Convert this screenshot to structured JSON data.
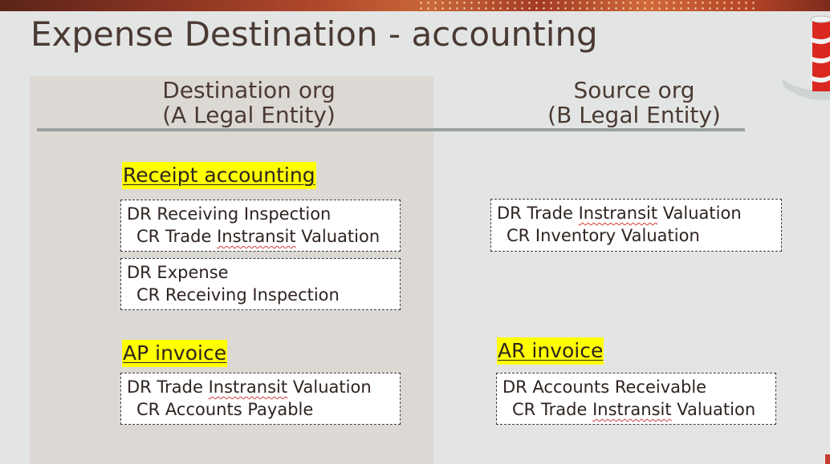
{
  "slide": {
    "title": "Expense Destination - accounting",
    "accent_color": "#ffff00",
    "columns": [
      {
        "heading_line1": "Destination org",
        "heading_line2": "(A Legal Entity)"
      },
      {
        "heading_line1": "Source org",
        "heading_line2": "(B Legal Entity)"
      }
    ]
  },
  "destination": {
    "receipt_heading": "Receipt accounting",
    "receipt_entries": [
      {
        "dr": "DR Receiving Inspection",
        "cr_prefix": "CR  Trade ",
        "cr_word": "Instransit",
        "cr_suffix": " Valuation"
      },
      {
        "dr": "DR Expense",
        "cr": "CR Receiving Inspection"
      }
    ],
    "invoice_heading": "AP invoice",
    "invoice_entry": {
      "dr_prefix": "DR Trade ",
      "dr_word": "Instransit",
      "dr_suffix": " Valuation",
      "cr": "CR Accounts Payable"
    }
  },
  "source": {
    "receipt_entry": {
      "dr_prefix": "DR Trade ",
      "dr_word": "Instransit",
      "dr_suffix": " Valuation",
      "cr": "CR  Inventory Valuation"
    },
    "invoice_heading": "AR invoice",
    "invoice_entry": {
      "dr": "DR Accounts Receivable",
      "cr_prefix": "CR Trade ",
      "cr_word": "Instransit",
      "cr_suffix": " Valuation"
    }
  },
  "logo": {
    "icon": "database-cylinder-icon"
  }
}
